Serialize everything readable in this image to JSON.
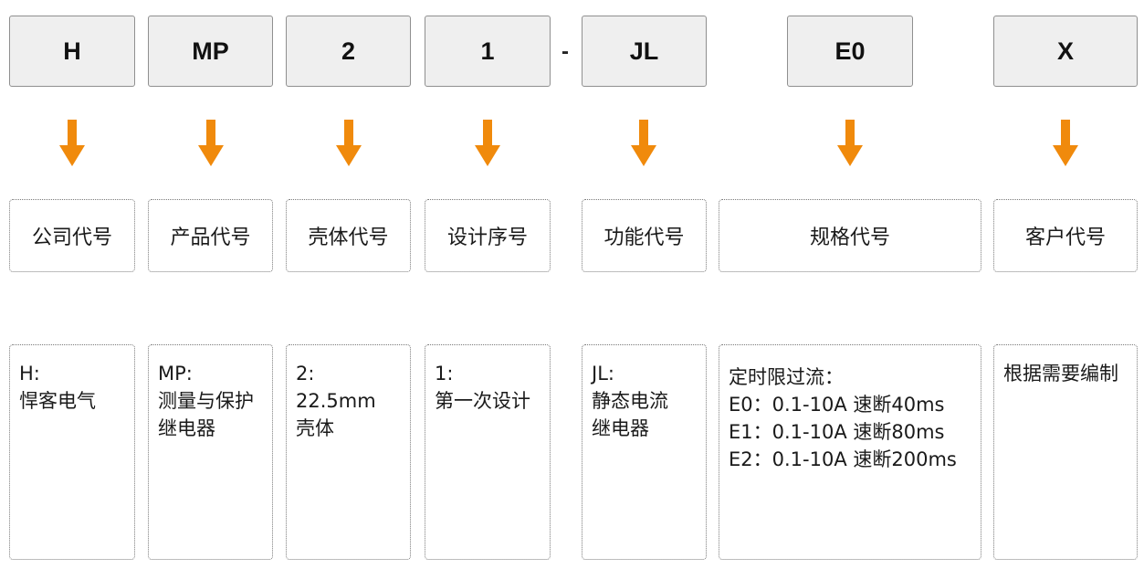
{
  "accent_color": "#f08a0c",
  "codes": [
    "H",
    "MP",
    "2",
    "1",
    "JL",
    "E0",
    "X"
  ],
  "separator": "-",
  "labels": [
    "公司代号",
    "产品代号",
    "壳体代号",
    "设计序号",
    "功能代号",
    "规格代号",
    "客户代号"
  ],
  "descriptions": [
    [
      "H:",
      "悍客电气"
    ],
    [
      "MP:",
      "测量与保护",
      "继电器"
    ],
    [
      "2:",
      "22.5mm",
      "壳体"
    ],
    [
      "1:",
      "第一次设计"
    ],
    [
      "JL:",
      "静态电流",
      "继电器"
    ],
    [
      "定时限过流：",
      "E0：0.1-10A 速断40ms",
      "E1：0.1-10A 速断80ms",
      "E2：0.1-10A 速断200ms"
    ],
    [
      "根据需要编制"
    ]
  ],
  "icons": {
    "arrow": "arrow-down-icon"
  }
}
